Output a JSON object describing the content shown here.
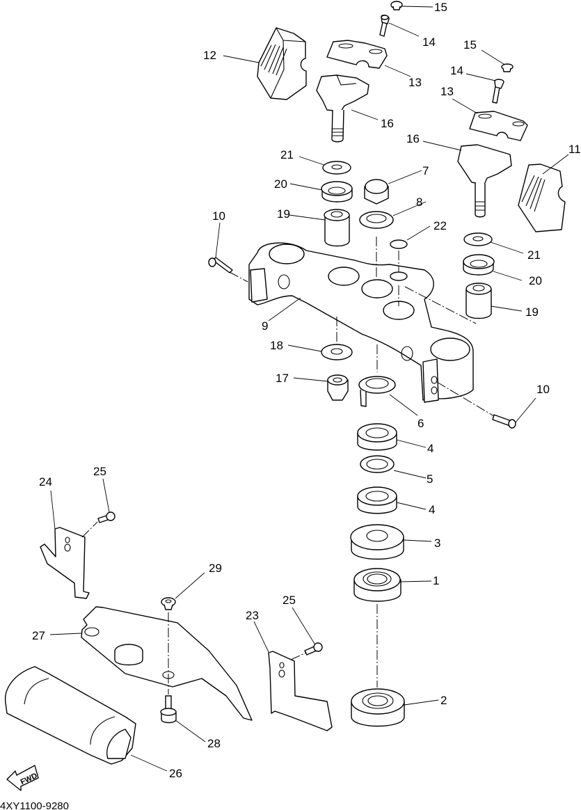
{
  "diagram": {
    "title_code": "4XY1100-9280",
    "direction_marker": "FWD",
    "colors": {
      "line": "#000000",
      "background": "#ffffff"
    },
    "callouts": [
      {
        "id": "c15a",
        "label": "15",
        "part": "cap"
      },
      {
        "id": "c14a",
        "label": "14",
        "part": "bolt"
      },
      {
        "id": "c12",
        "label": "12",
        "part": "handlebar-holder-cover-left"
      },
      {
        "id": "c13a",
        "label": "13",
        "part": "upper-handlebar-holder"
      },
      {
        "id": "c16a",
        "label": "16",
        "part": "lower-handlebar-holder"
      },
      {
        "id": "c15b",
        "label": "15",
        "part": "cap"
      },
      {
        "id": "c14b",
        "label": "14",
        "part": "bolt"
      },
      {
        "id": "c13b",
        "label": "13",
        "part": "upper-handlebar-holder"
      },
      {
        "id": "c16b",
        "label": "16",
        "part": "lower-handlebar-holder"
      },
      {
        "id": "c11",
        "label": "11",
        "part": "handlebar-holder-cover-right"
      },
      {
        "id": "c21a",
        "label": "21",
        "part": "washer"
      },
      {
        "id": "c20a",
        "label": "20",
        "part": "damper-cup"
      },
      {
        "id": "c19a",
        "label": "19",
        "part": "damper"
      },
      {
        "id": "c7",
        "label": "7",
        "part": "cap-nut"
      },
      {
        "id": "c8",
        "label": "8",
        "part": "washer"
      },
      {
        "id": "c22",
        "label": "22",
        "part": "cap"
      },
      {
        "id": "c10a",
        "label": "10",
        "part": "pinch-bolt"
      },
      {
        "id": "c21b",
        "label": "21",
        "part": "washer"
      },
      {
        "id": "c20b",
        "label": "20",
        "part": "damper-cup"
      },
      {
        "id": "c19b",
        "label": "19",
        "part": "damper"
      },
      {
        "id": "c9",
        "label": "9",
        "part": "upper-bracket"
      },
      {
        "id": "c18",
        "label": "18",
        "part": "washer"
      },
      {
        "id": "c17",
        "label": "17",
        "part": "nut"
      },
      {
        "id": "c6",
        "label": "6",
        "part": "lock-washer"
      },
      {
        "id": "c10b",
        "label": "10",
        "part": "pinch-bolt"
      },
      {
        "id": "c4a",
        "label": "4",
        "part": "ring-nut"
      },
      {
        "id": "c5",
        "label": "5",
        "part": "rubber-washer"
      },
      {
        "id": "c4b",
        "label": "4",
        "part": "ring-nut"
      },
      {
        "id": "c3",
        "label": "3",
        "part": "bearing-cover"
      },
      {
        "id": "c1",
        "label": "1",
        "part": "bearing-upper"
      },
      {
        "id": "c2",
        "label": "2",
        "part": "bearing-lower"
      },
      {
        "id": "c24",
        "label": "24",
        "part": "guide-left"
      },
      {
        "id": "c25a",
        "label": "25",
        "part": "bolt"
      },
      {
        "id": "c29",
        "label": "29",
        "part": "grommet"
      },
      {
        "id": "c27",
        "label": "27",
        "part": "cover-bracket"
      },
      {
        "id": "c23",
        "label": "23",
        "part": "guide-right"
      },
      {
        "id": "c25b",
        "label": "25",
        "part": "bolt"
      },
      {
        "id": "c28",
        "label": "28",
        "part": "bolt"
      },
      {
        "id": "c26",
        "label": "26",
        "part": "cover"
      }
    ]
  }
}
